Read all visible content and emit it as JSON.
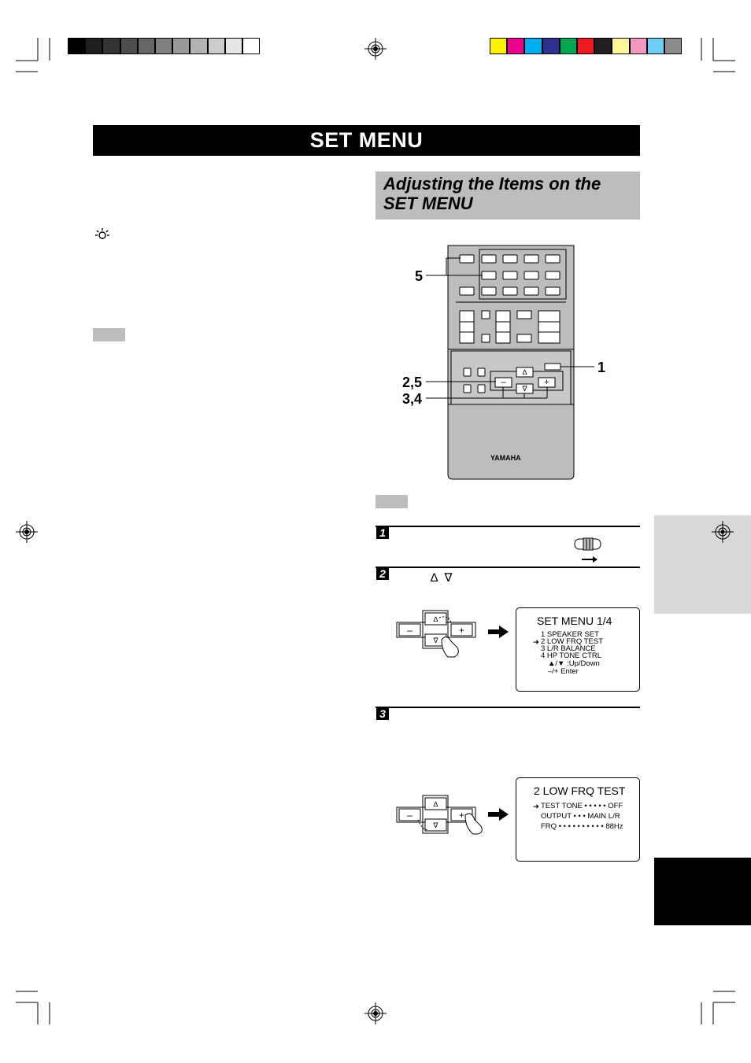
{
  "page_title": "SET MENU",
  "section_heading": "Adjusting the Items on the SET MENU",
  "remote": {
    "brand": "YAMAHA",
    "callouts": [
      "5",
      "1",
      "2,5",
      "3,4"
    ]
  },
  "steps": [
    {
      "number": "1"
    },
    {
      "number": "2",
      "symbols": "∆  ∇"
    },
    {
      "number": "3"
    }
  ],
  "osd_set_menu": {
    "title": "SET MENU  1/4",
    "lines": [
      "1 SPEAKER SET",
      "2 LOW FRQ TEST",
      "3 L/R BALANCE",
      "4 HP TONE CTRL",
      "▲/▼ :Up/Down",
      "–/+ Enter"
    ],
    "cursor": "➜"
  },
  "osd_low_frq": {
    "title": "2 LOW FRQ TEST",
    "lines": [
      "TEST TONE • • • • • OFF",
      "OUTPUT • • • MAIN L/R",
      "FRQ • • • • • • • • • • 88Hz"
    ],
    "cursor": "➜"
  },
  "button_glyphs": {
    "up": "∆",
    "down": "∇",
    "minus": "–",
    "plus": "+"
  },
  "colors": {
    "grey_swatches": [
      "#000000",
      "#1e1e1e",
      "#333333",
      "#4d4d4d",
      "#666666",
      "#808080",
      "#999999",
      "#b3b3b3",
      "#cccccc",
      "#e6e6e6",
      "#ffffff"
    ],
    "color_swatches": [
      "#fff200",
      "#ec008c",
      "#00aeef",
      "#2e3192",
      "#00a651",
      "#ed1c24",
      "#231f20",
      "#fff799",
      "#f49ac1",
      "#6dcff6",
      "#8c8c8c"
    ],
    "section_bg": "#bdbdbd"
  }
}
